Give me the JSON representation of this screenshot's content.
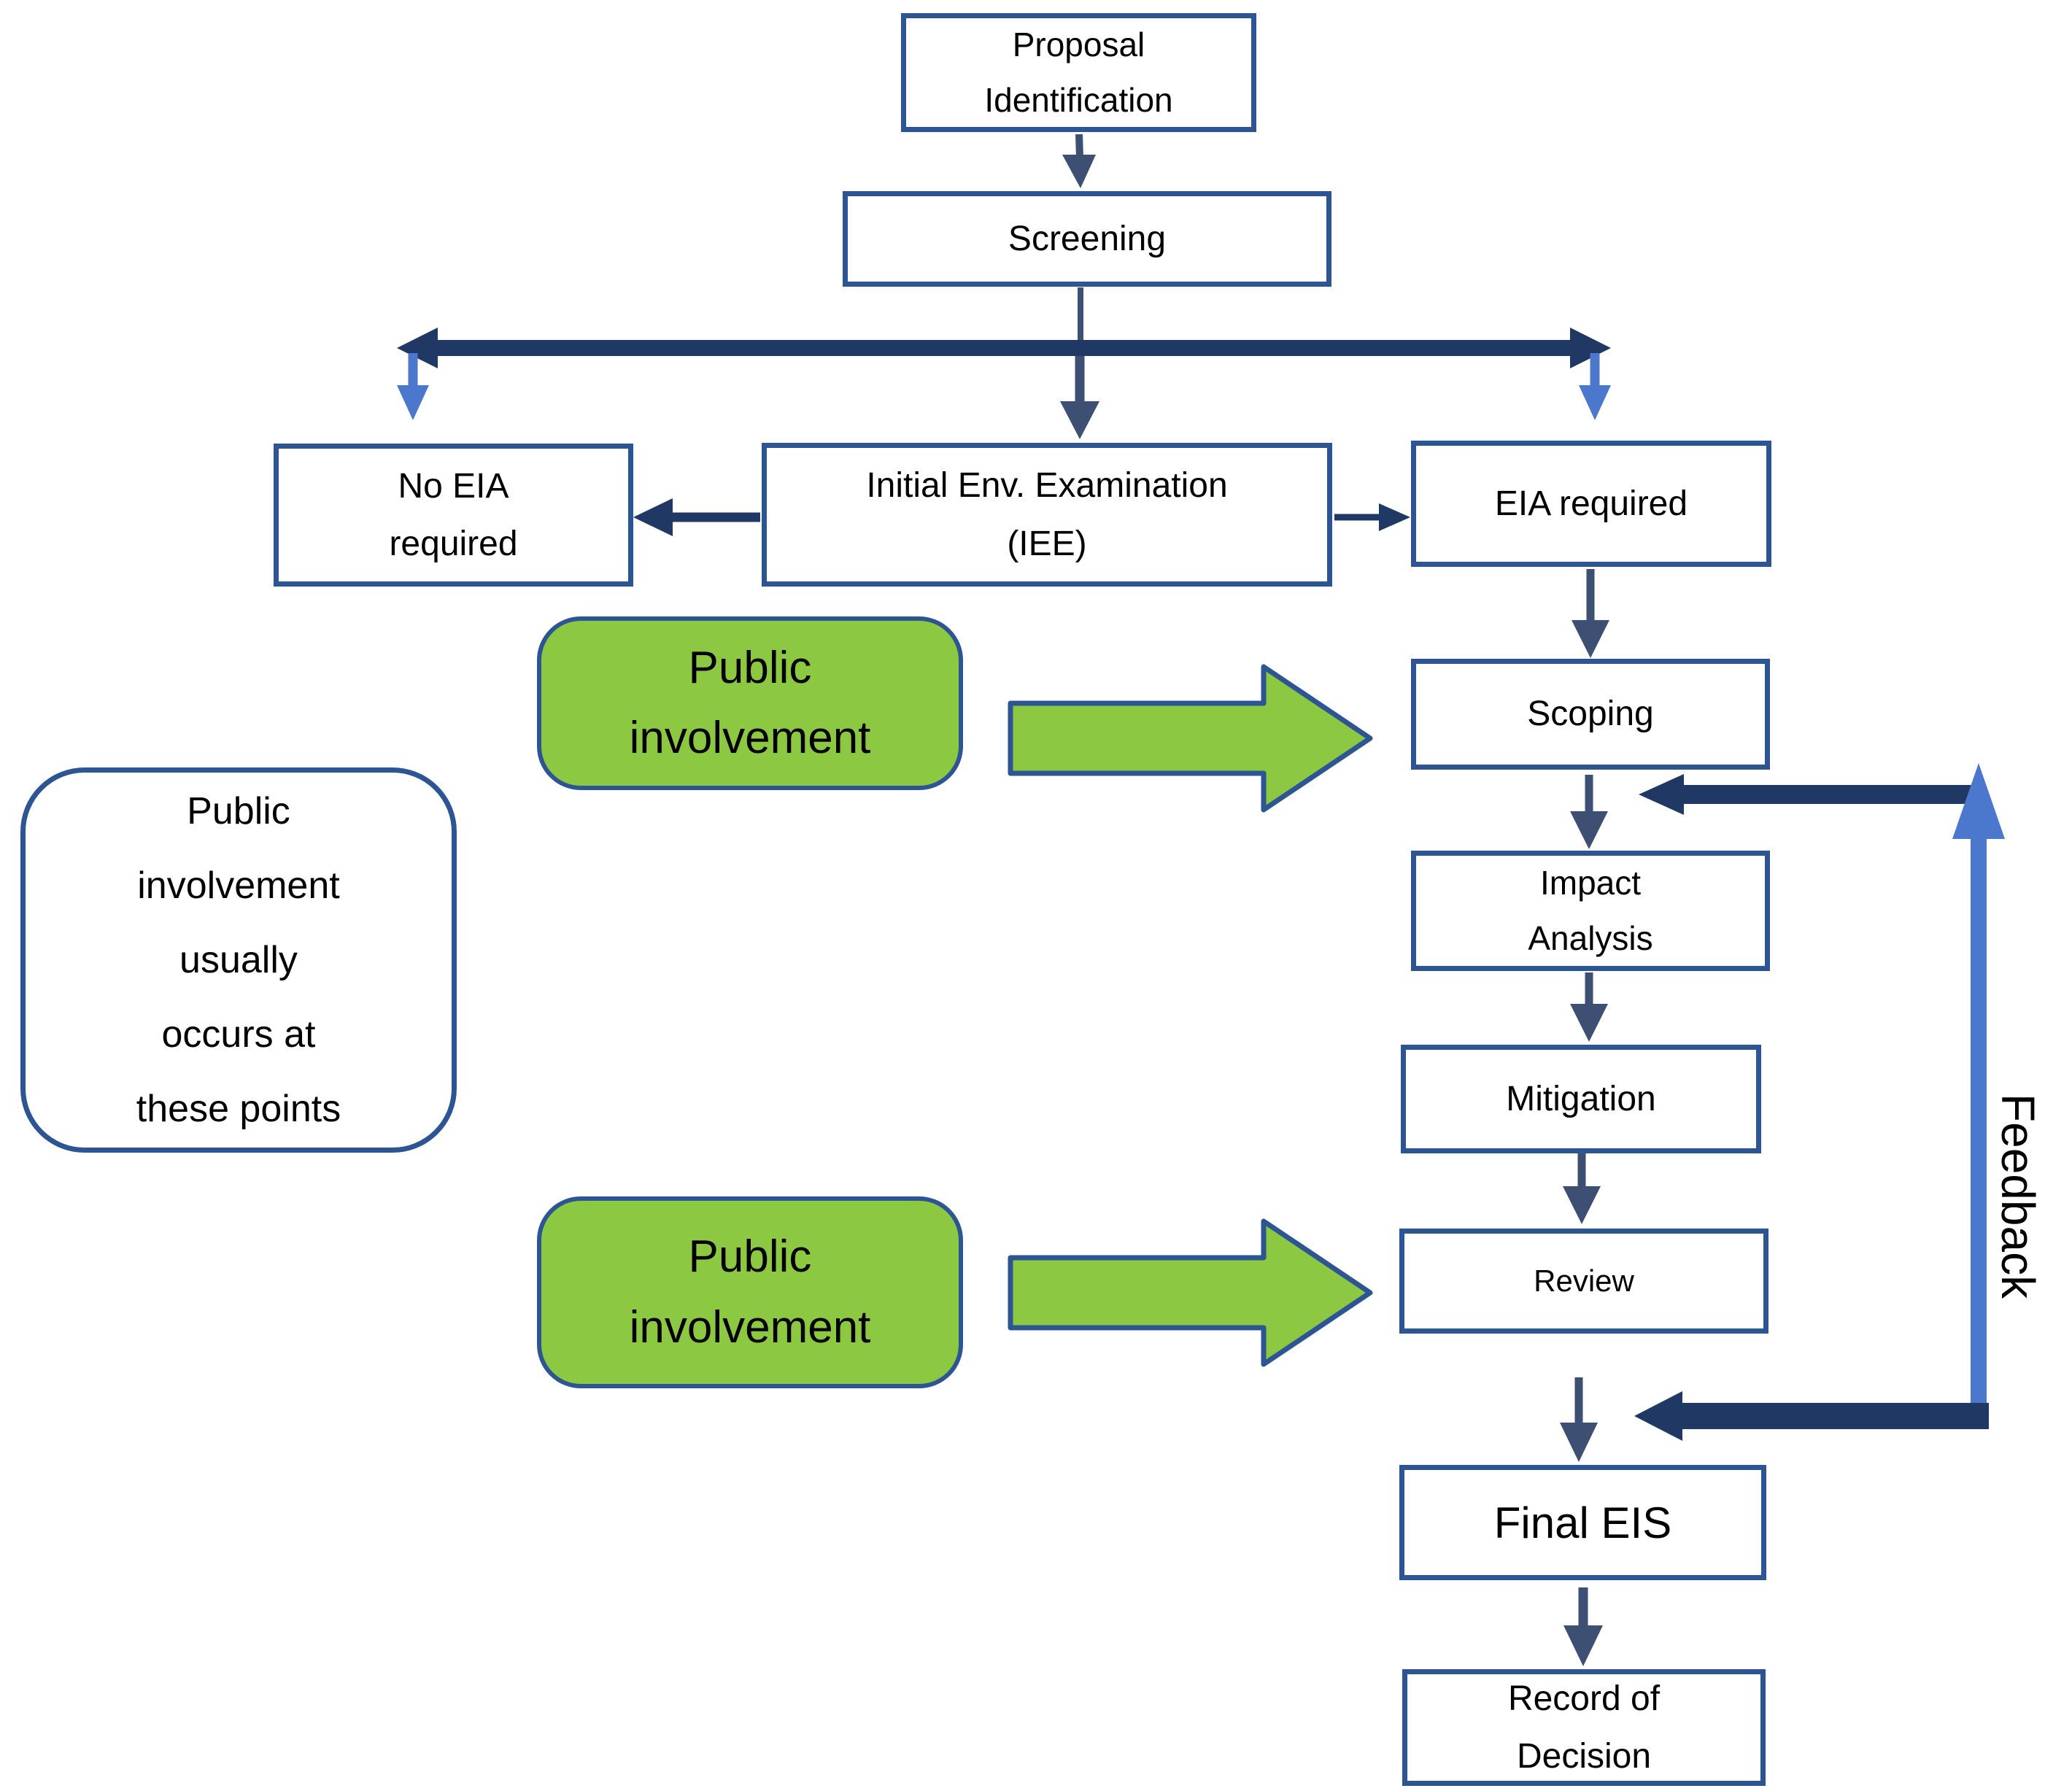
{
  "nodes": {
    "proposal": {
      "label": "Proposal\nIdentification"
    },
    "screening": {
      "label": "Screening"
    },
    "no_eia": {
      "label": "No EIA\nrequired"
    },
    "iee": {
      "label": "Initial Env. Examination\n(IEE)"
    },
    "eia_required": {
      "label": "EIA required"
    },
    "scoping": {
      "label": "Scoping"
    },
    "impact": {
      "label": "Impact\nAnalysis"
    },
    "mitigation": {
      "label": "Mitigation"
    },
    "review": {
      "label": "Review"
    },
    "final_eis": {
      "label": "Final EIS"
    },
    "record": {
      "label": "Record of\nDecision"
    }
  },
  "annotations": {
    "public_involvement_1": "Public\ninvolvement",
    "public_involvement_2": "Public\ninvolvement",
    "note": "Public\ninvolvement\nusually\noccurs at\nthese points",
    "feedback": "Feedback"
  },
  "colors": {
    "box_border": "#2d5493",
    "dark_arrow": "#1f3864",
    "mid_arrow": "#3d4f73",
    "light_blue": "#4b77cc",
    "green_fill": "#8dc843",
    "text": "#000000",
    "bg": "#ffffff"
  }
}
